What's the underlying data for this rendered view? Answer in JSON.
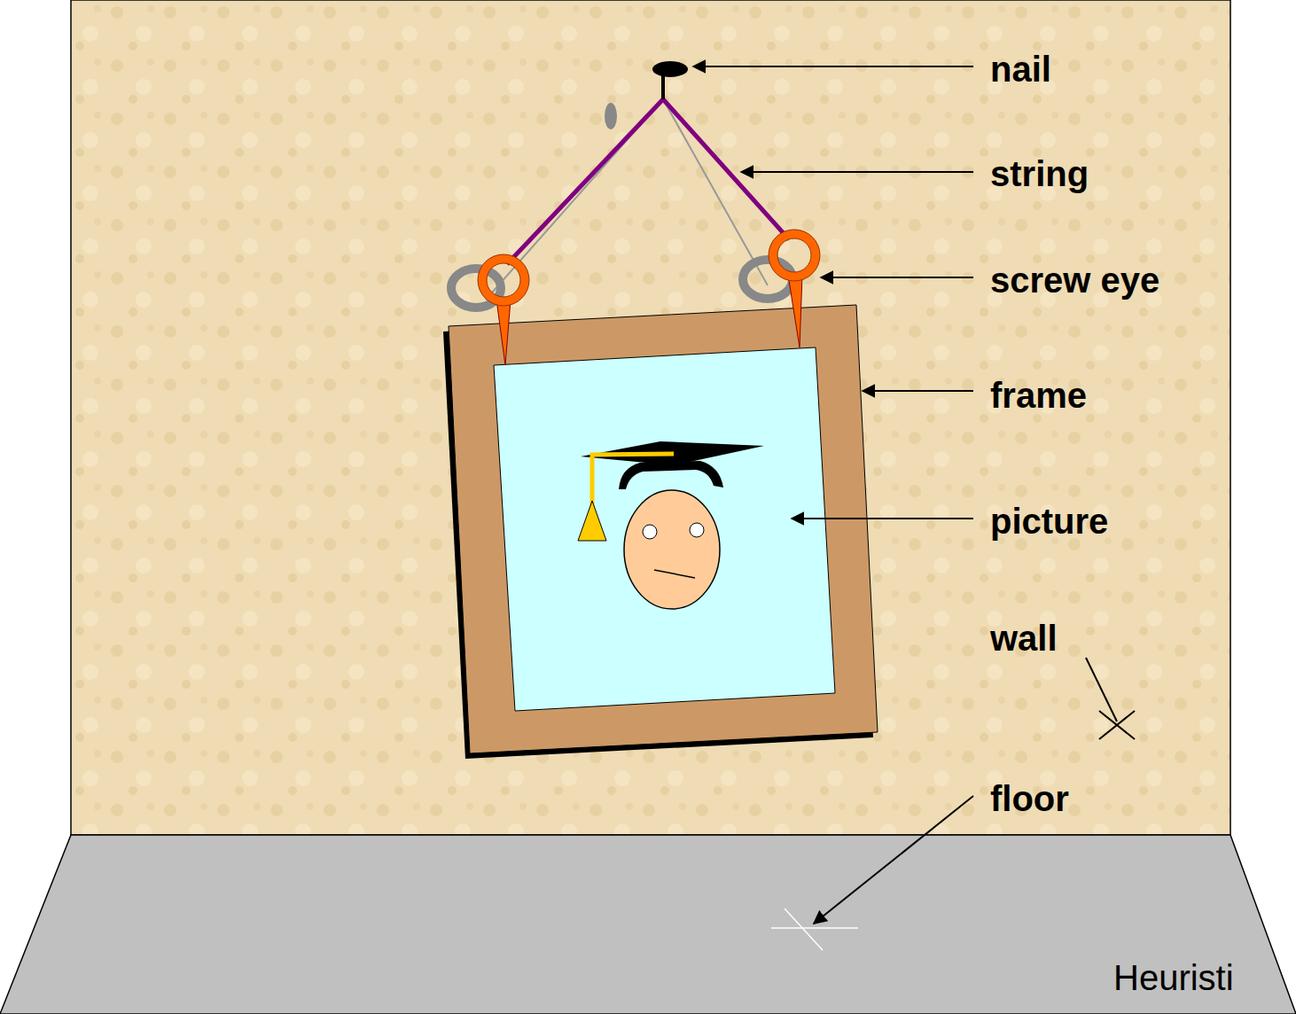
{
  "diagram": {
    "labels": [
      "nail",
      "string",
      "screw eye",
      "frame",
      "picture",
      "wall",
      "floor",
      "Heuristi"
    ]
  }
}
